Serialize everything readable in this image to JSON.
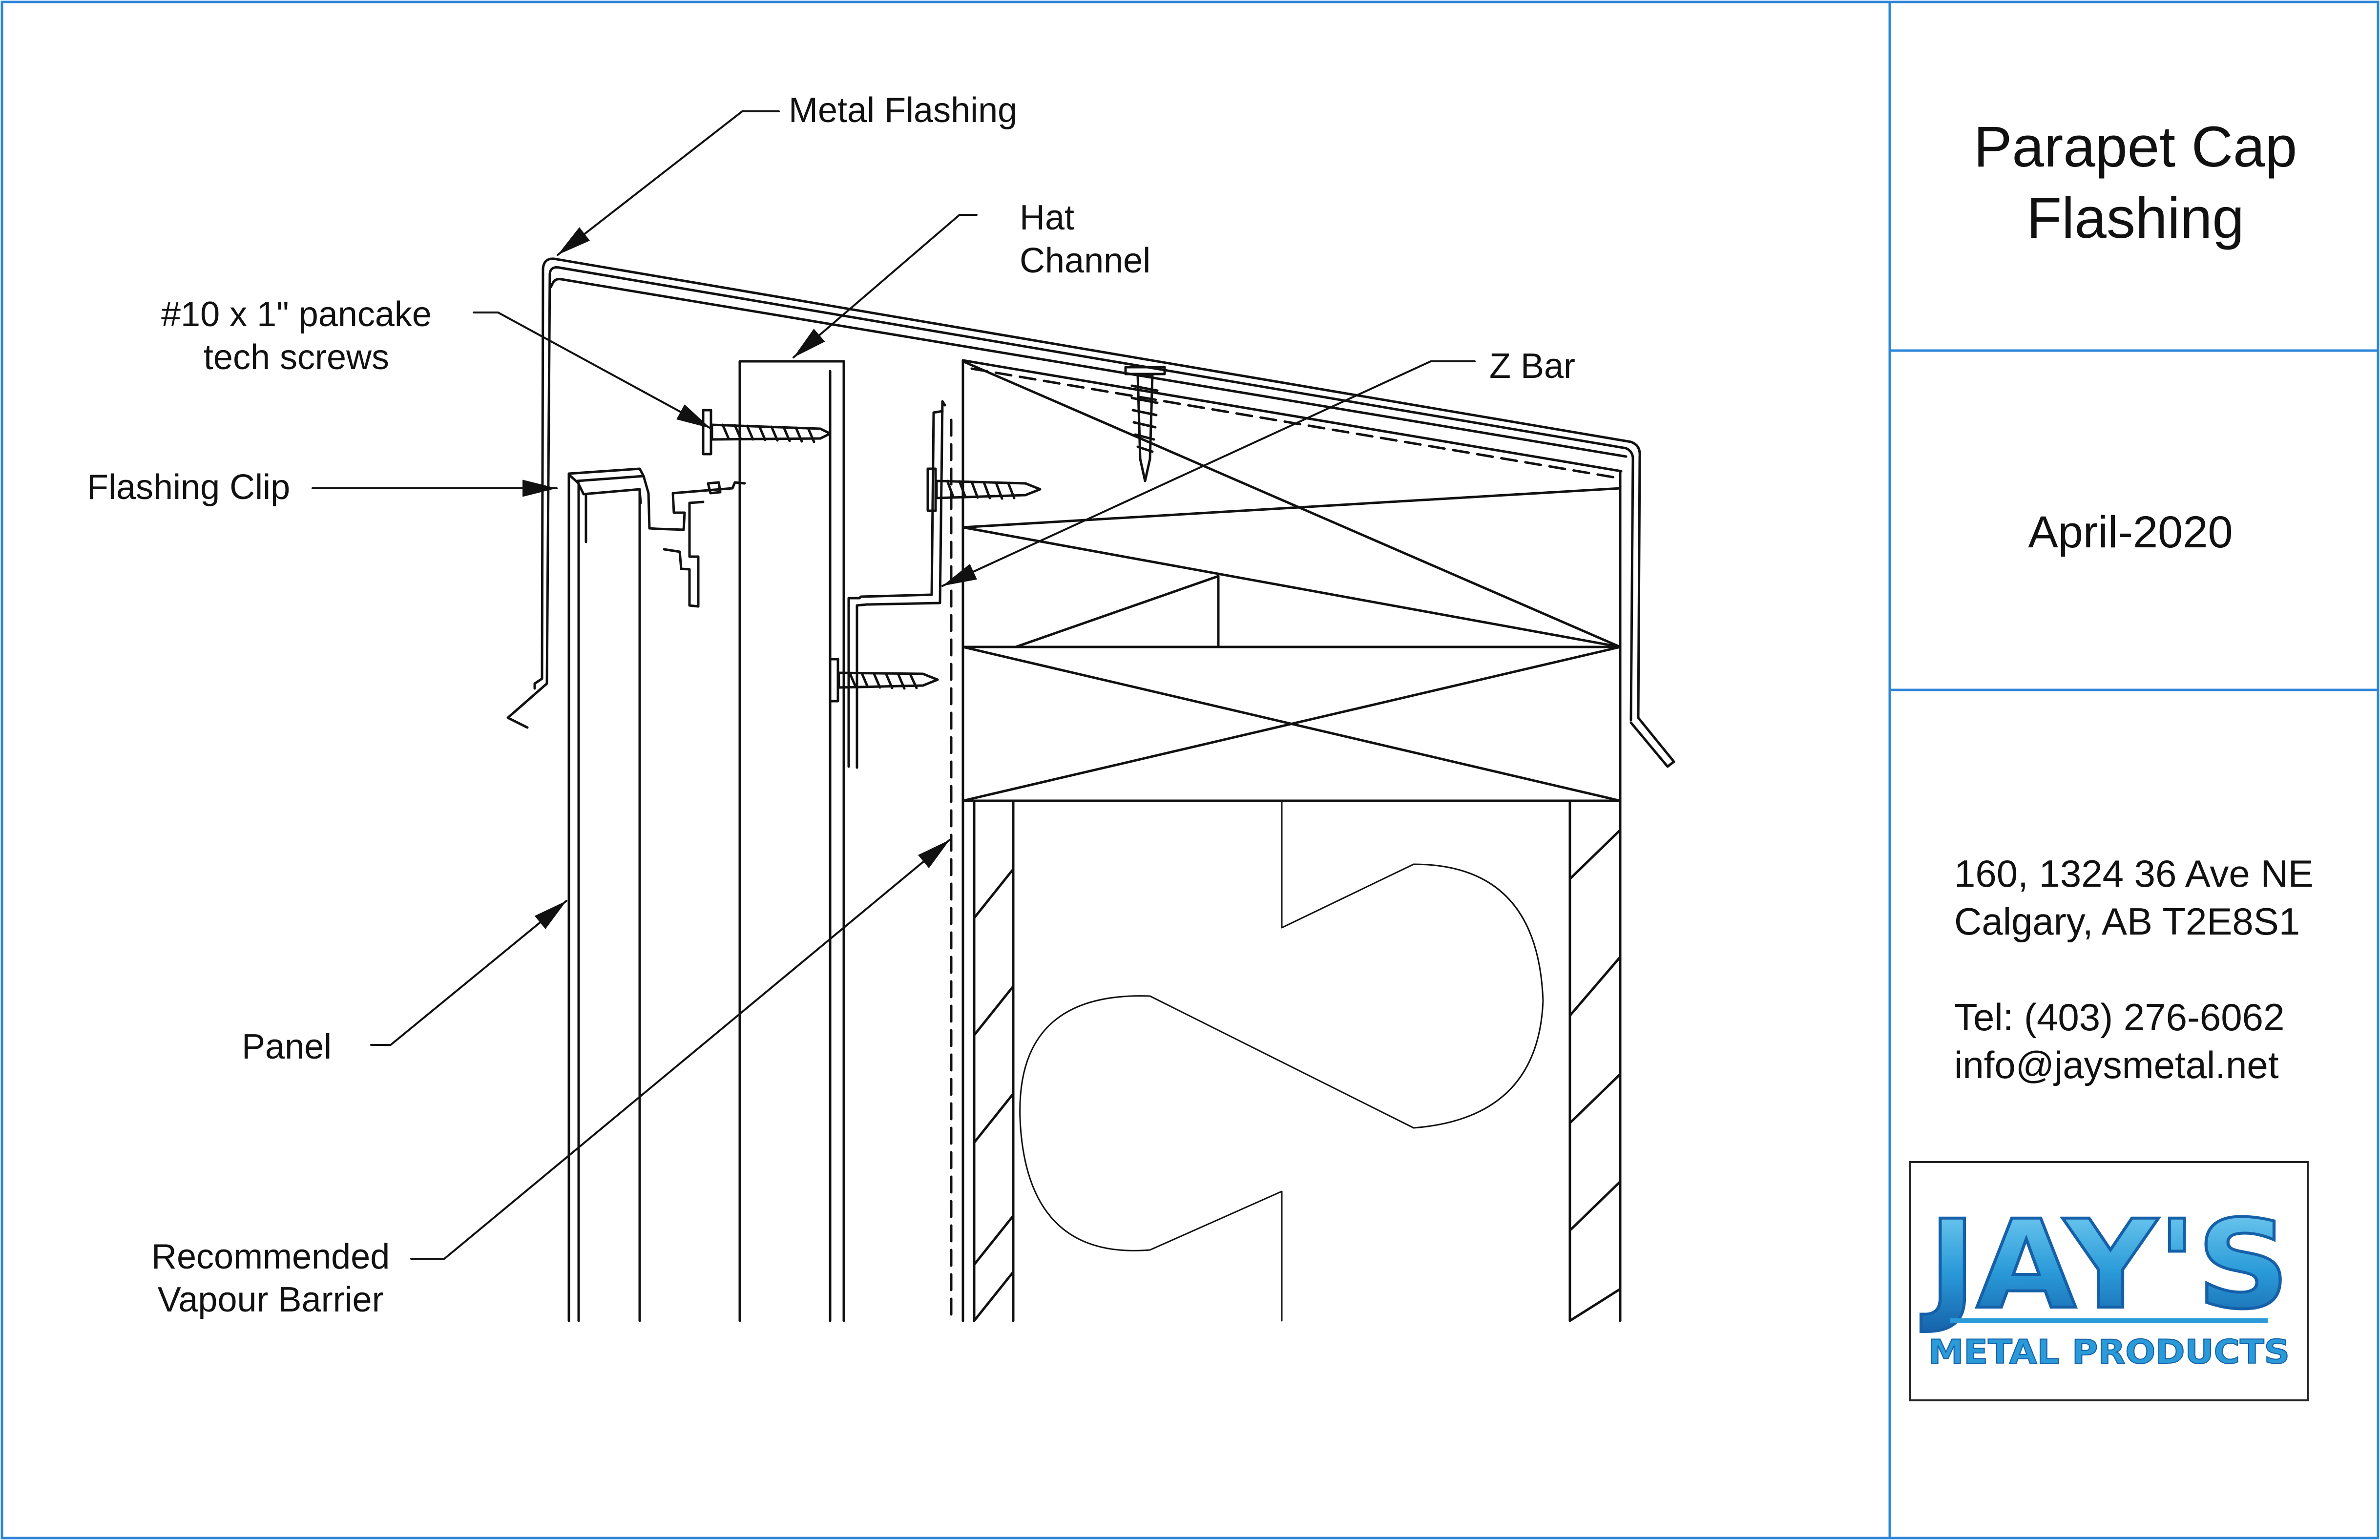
{
  "labels": {
    "metal_flashing": "Metal Flashing",
    "hat_channel_line1": "Hat",
    "hat_channel_line2": "Channel",
    "screws_line1": "#10 x 1\" pancake",
    "screws_line2": "tech screws",
    "z_bar": "Z Bar",
    "flashing_clip": "Flashing Clip",
    "panel": "Panel",
    "vapour_line1": "Recommended",
    "vapour_line2": "Vapour Barrier"
  },
  "title_block": {
    "title_line1": "Parapet Cap",
    "title_line2": "Flashing",
    "date": "April-2020",
    "address_line1": "160, 1324 36 Ave NE",
    "address_line2": "Calgary, AB T2E8S1",
    "tel": "Tel: (403) 276-6062",
    "email": "info@jaysmetal.net"
  },
  "logo": {
    "name": "JAY'S",
    "subtitle": "METAL PRODUCTS"
  },
  "colors": {
    "frame_line": "#2e86d8",
    "drawing_line": "#111111",
    "logo_blue": "#2a9ad8",
    "logo_light": "#7fd4f5",
    "logo_dark": "#1560a8"
  }
}
